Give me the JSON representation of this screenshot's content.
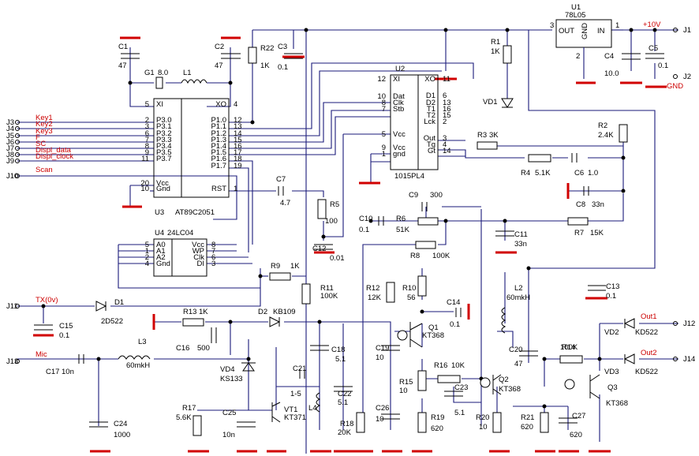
{
  "units": {
    "u1": {
      "ref": "U1",
      "name": "78L05",
      "out": "OUT",
      "gnd": "GND",
      "in": "IN",
      "pin3": "3",
      "pin1": "1",
      "pin2": "2"
    },
    "u2": {
      "ref": "U2",
      "name": "1015PL4",
      "left": [
        [
          "12",
          "XI"
        ],
        [
          "10",
          "Dat"
        ],
        [
          "8",
          "Clk"
        ],
        [
          "7",
          "Stb"
        ],
        [
          "5",
          "Vcc"
        ],
        [
          "9",
          "Vcc"
        ],
        [
          "1",
          "gnd"
        ]
      ],
      "right": [
        [
          "11",
          "XO"
        ],
        [
          "6",
          "D1"
        ],
        [
          "13",
          "D2"
        ],
        [
          "16",
          "T1"
        ],
        [
          "15",
          "T2"
        ],
        [
          "2",
          "Lck"
        ],
        [
          "3",
          "Out"
        ],
        [
          "4",
          "Tg"
        ],
        [
          "14",
          "Gt"
        ]
      ]
    },
    "u3": {
      "ref": "U3",
      "name": "AT89C2051",
      "left": [
        [
          "5",
          "XI"
        ],
        [
          "2",
          "P3.0"
        ],
        [
          "3",
          "P3.1"
        ],
        [
          "6",
          "P3.2"
        ],
        [
          "7",
          "P3.3"
        ],
        [
          "8",
          "P3.4"
        ],
        [
          "9",
          "P3.5"
        ],
        [
          "11",
          "P3.7"
        ],
        [
          "20",
          "Vcc"
        ],
        [
          "10",
          "Gnd"
        ]
      ],
      "right": [
        [
          "4",
          "XO"
        ],
        [
          "12",
          "P1.0"
        ],
        [
          "13",
          "P1.1"
        ],
        [
          "14",
          "P1.2"
        ],
        [
          "15",
          "P1.3"
        ],
        [
          "16",
          "P1.4"
        ],
        [
          "17",
          "P1.5"
        ],
        [
          "18",
          "P1.6"
        ],
        [
          "19",
          "P1.7"
        ],
        [
          "1",
          "RST"
        ]
      ]
    },
    "u4": {
      "ref": "U4",
      "name": "24LC04",
      "left": [
        [
          "5",
          "A0"
        ],
        [
          "1",
          "A1"
        ],
        [
          "2",
          "A2"
        ],
        [
          "4",
          "Gnd"
        ]
      ],
      "right": [
        [
          "8",
          "Vcc"
        ],
        [
          "7",
          "WP"
        ],
        [
          "6",
          "Clk"
        ],
        [
          "3",
          "DI"
        ]
      ]
    }
  },
  "connectors": [
    {
      "ref": "J3",
      "label": "Key1"
    },
    {
      "ref": "J4",
      "label": "Key2"
    },
    {
      "ref": "J5",
      "label": "Key3"
    },
    {
      "ref": "J6",
      "label": "F"
    },
    {
      "ref": "J7",
      "label": "SC"
    },
    {
      "ref": "J8",
      "label": "Displ_data"
    },
    {
      "ref": "J9",
      "label": "Displ_clock"
    },
    {
      "ref": "J10",
      "label": "Scan"
    },
    {
      "ref": "J11",
      "label": "TX(0v)"
    },
    {
      "ref": "J13",
      "label": "Mic"
    },
    {
      "ref": "J1",
      "label": "+10V"
    },
    {
      "ref": "J2",
      "label": "GND"
    },
    {
      "ref": "J12",
      "label": "Out1"
    },
    {
      "ref": "J14",
      "label": "Out2"
    }
  ],
  "parts": [
    {
      "ref": "C1",
      "val": "47"
    },
    {
      "ref": "C2",
      "val": "47"
    },
    {
      "ref": "G1",
      "val": "8.0"
    },
    {
      "ref": "L1",
      "val": ""
    },
    {
      "ref": "R22",
      "val": "1K"
    },
    {
      "ref": "C3",
      "val": "0.1"
    },
    {
      "ref": "R1",
      "val": "1K"
    },
    {
      "ref": "VD1",
      "val": ""
    },
    {
      "ref": "C4",
      "val": "10.0"
    },
    {
      "ref": "C5",
      "val": "0.1"
    },
    {
      "ref": "R2",
      "val": "2.4K"
    },
    {
      "ref": "R3",
      "val": "3K"
    },
    {
      "ref": "R4",
      "val": "5.1K"
    },
    {
      "ref": "C6",
      "val": "1.0"
    },
    {
      "ref": "C7",
      "val": "4.7"
    },
    {
      "ref": "R5",
      "val": "100"
    },
    {
      "ref": "C8",
      "val": "33n"
    },
    {
      "ref": "C9",
      "val": "300"
    },
    {
      "ref": "C10",
      "val": "0.1"
    },
    {
      "ref": "R6",
      "val": "51K"
    },
    {
      "ref": "C11",
      "val": "33n"
    },
    {
      "ref": "R7",
      "val": "15K"
    },
    {
      "ref": "R8",
      "val": "100K"
    },
    {
      "ref": "C12",
      "val": "0.01"
    },
    {
      "ref": "R9",
      "val": "1K"
    },
    {
      "ref": "R11",
      "val": "100K"
    },
    {
      "ref": "R12",
      "val": "12K"
    },
    {
      "ref": "R10",
      "val": "56"
    },
    {
      "ref": "C14",
      "val": "0.1"
    },
    {
      "ref": "L2",
      "val": "60mkH"
    },
    {
      "ref": "C13",
      "val": "0.1"
    },
    {
      "ref": "D1",
      "val": "2D522"
    },
    {
      "ref": "C15",
      "val": "0.1"
    },
    {
      "ref": "R13",
      "val": "1K"
    },
    {
      "ref": "D2",
      "val": "KB109"
    },
    {
      "ref": "C16",
      "val": "500"
    },
    {
      "ref": "C18",
      "val": "5.1"
    },
    {
      "ref": "Q1",
      "val": "KT368"
    },
    {
      "ref": "C19",
      "val": "10"
    },
    {
      "ref": "C20",
      "val": "47"
    },
    {
      "ref": "R14",
      "val": "100K"
    },
    {
      "ref": "VD2",
      "val": "KD522"
    },
    {
      "ref": "VD3",
      "val": "KD522"
    },
    {
      "ref": "L3",
      "val": "60mkH"
    },
    {
      "ref": "C17",
      "val": "10n"
    },
    {
      "ref": "VD4",
      "val": "KS133"
    },
    {
      "ref": "C21",
      "val": "1-5"
    },
    {
      "ref": "C22",
      "val": "5.1"
    },
    {
      "ref": "R16",
      "val": "10K"
    },
    {
      "ref": "Q2",
      "val": "KT368"
    },
    {
      "ref": "Q3",
      "val": "KT368"
    },
    {
      "ref": "R15",
      "val": "10"
    },
    {
      "ref": "C23",
      "val": "5.1"
    },
    {
      "ref": "C24",
      "val": "1000"
    },
    {
      "ref": "R17",
      "val": "5.6K"
    },
    {
      "ref": "C25",
      "val": "10n"
    },
    {
      "ref": "VT1",
      "val": "KT371"
    },
    {
      "ref": "L4",
      "val": ""
    },
    {
      "ref": "R18",
      "val": "20K"
    },
    {
      "ref": "C26",
      "val": "10"
    },
    {
      "ref": "R19",
      "val": "620"
    },
    {
      "ref": "R20",
      "val": "10"
    },
    {
      "ref": "R21",
      "val": "620"
    },
    {
      "ref": "C27",
      "val": "620"
    }
  ],
  "colors": {
    "wire": "#1a1a7a",
    "ground": "#d10000",
    "signal": "#cc0000",
    "ink": "#000000"
  }
}
